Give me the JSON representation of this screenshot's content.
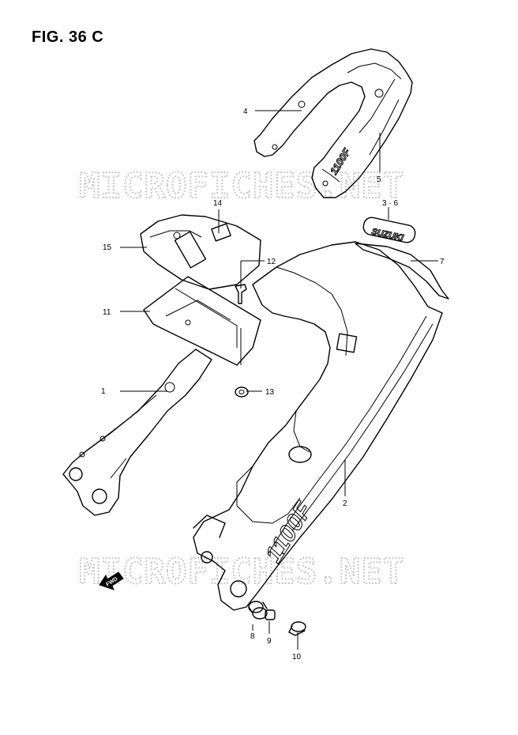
{
  "figure": {
    "title": "FIG. 36 C"
  },
  "watermark": {
    "text": "MICROFICHES.NET"
  },
  "callouts": [
    {
      "id": "1",
      "label": "1"
    },
    {
      "id": "2",
      "label": "2"
    },
    {
      "id": "3-6",
      "label": "3 · 6"
    },
    {
      "id": "4",
      "label": "4"
    },
    {
      "id": "5",
      "label": "5"
    },
    {
      "id": "7",
      "label": "7"
    },
    {
      "id": "8",
      "label": "8"
    },
    {
      "id": "9",
      "label": "9"
    },
    {
      "id": "10",
      "label": "10"
    },
    {
      "id": "11",
      "label": "11"
    },
    {
      "id": "12",
      "label": "12"
    },
    {
      "id": "13",
      "label": "13"
    },
    {
      "id": "14",
      "label": "14"
    },
    {
      "id": "15",
      "label": "15"
    }
  ],
  "decals": {
    "main": "1100F",
    "small": "1100F",
    "emblem": "SUZUKI"
  },
  "fwd_arrow": {
    "label": "FWD"
  }
}
